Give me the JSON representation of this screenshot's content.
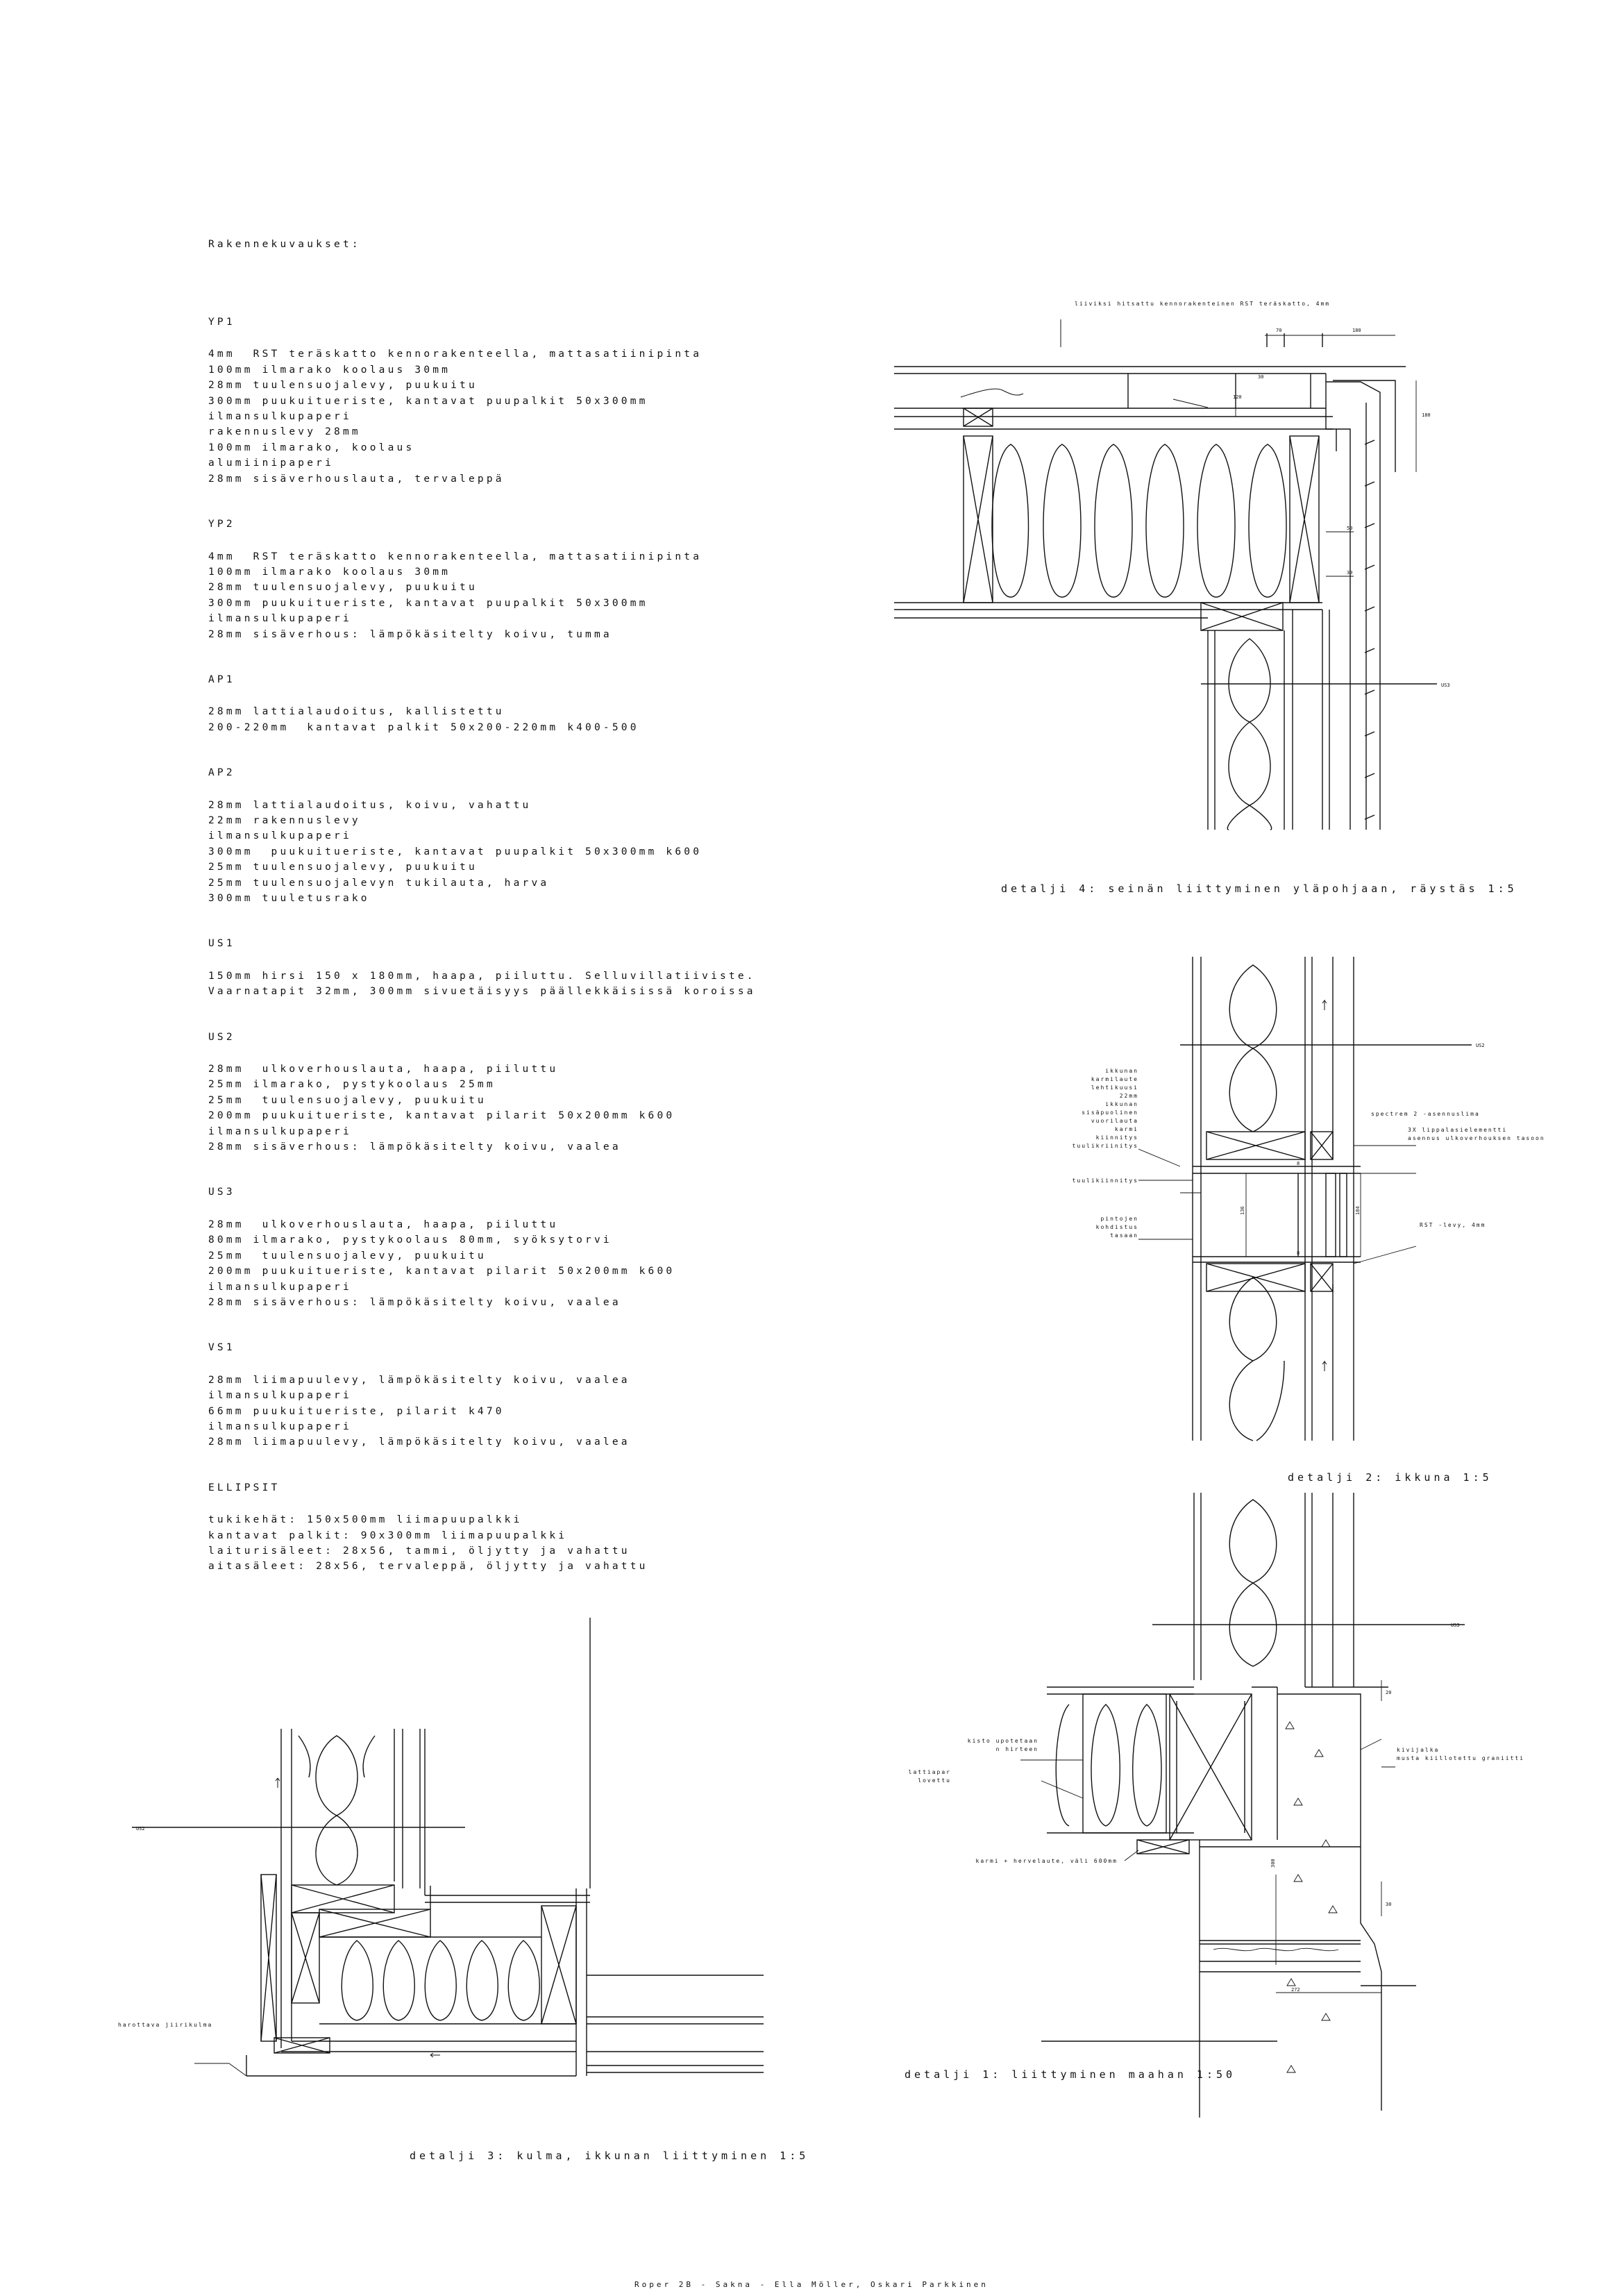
{
  "spec": {
    "heading": "Rakennekuvaukset:",
    "sections": [
      {
        "title": "YP1",
        "lines": [
          "4mm  RST teräskatto kennorakenteella, mattasatiinipinta",
          "100mm ilmarako koolaus 30mm",
          "28mm tuulensuojalevy, puukuitu",
          "300mm puukuitueriste, kantavat puupalkit 50x300mm",
          "ilmansulkupaperi",
          "rakennuslevy 28mm",
          "100mm ilmarako, koolaus",
          "alumiinipaperi",
          "28mm sisäverhouslauta, tervaleppä"
        ]
      },
      {
        "title": "YP2",
        "lines": [
          "4mm  RST teräskatto kennorakenteella, mattasatiinipinta",
          "100mm ilmarako koolaus 30mm",
          "28mm tuulensuojalevy, puukuitu",
          "300mm puukuitueriste, kantavat puupalkit 50x300mm",
          "ilmansulkupaperi",
          "28mm sisäverhous: lämpökäsitelty koivu, tumma"
        ]
      },
      {
        "title": "AP1",
        "lines": [
          "28mm lattialaudoitus, kallistettu",
          "200-220mm  kantavat palkit 50x200-220mm k400-500"
        ]
      },
      {
        "title": "AP2",
        "lines": [
          "28mm lattialaudoitus, koivu, vahattu",
          "22mm rakennuslevy",
          "ilmansulkupaperi",
          "300mm  puukuitueriste, kantavat puupalkit 50x300mm k600",
          "25mm tuulensuojalevy, puukuitu",
          "25mm tuulensuojalevyn tukilauta, harva",
          "300mm tuuletusrako"
        ]
      },
      {
        "title": "US1",
        "lines": [
          "150mm hirsi 150 x 180mm, haapa, piiluttu. Selluvillatiiviste.",
          "Vaarnatapit 32mm, 300mm sivuetäisyys päällekkäisissä koroissa"
        ]
      },
      {
        "title": "US2",
        "lines": [
          "28mm  ulkoverhouslauta, haapa, piiluttu",
          "25mm ilmarako, pystykoolaus 25mm",
          "25mm  tuulensuojalevy, puukuitu",
          "200mm puukuitueriste, kantavat pilarit 50x200mm k600",
          "ilmansulkupaperi",
          "28mm sisäverhous: lämpökäsitelty koivu, vaalea"
        ]
      },
      {
        "title": "US3",
        "lines": [
          "28mm  ulkoverhouslauta, haapa, piiluttu",
          "80mm ilmarako, pystykoolaus 80mm, syöksytorvi",
          "25mm  tuulensuojalevy, puukuitu",
          "200mm puukuitueriste, kantavat pilarit 50x200mm k600",
          "ilmansulkupaperi",
          "28mm sisäverhous: lämpökäsitelty koivu, vaalea"
        ]
      },
      {
        "title": "VS1",
        "lines": [
          "28mm liimapuulevy, lämpökäsitelty koivu, vaalea",
          "ilmansulkupaperi",
          "66mm puukuitueriste, pilarit k470",
          "ilmansulkupaperi",
          "28mm liimapuulevy, lämpökäsitelty koivu, vaalea"
        ]
      },
      {
        "title": "ELLIPSIT",
        "lines": [
          "tukikehät: 150x500mm liimapuupalkki",
          "kantavat palkit: 90x300mm liimapuupalkki",
          "laiturisäleet: 28x56, tammi, öljytty ja vahattu",
          "aitasäleet: 28x56, tervaleppä, öljytty ja vahattu"
        ]
      }
    ]
  },
  "details": {
    "d4": {
      "caption": "detalji 4: seinän liittyminen yläpohjaan, räystäs 1:5",
      "note_top": "liiviksi hitsattu kennorakenteinen RST teräskatto, 4mm",
      "tag": "US3",
      "dims": [
        "70",
        "180",
        "120",
        "180",
        "50",
        "30",
        "30"
      ]
    },
    "d2": {
      "caption": "detalji 2: ikkuna 1:5",
      "tag": "US2",
      "note_left": [
        "ikkunan",
        "karmilaute",
        "lehtikuusi",
        "22mm",
        "ikkunan",
        "sisäpuolinen",
        "vuorilauta",
        "karmi",
        "kiinnitys",
        "tuulikriinitys"
      ],
      "note_left_b": "tuulikiinnitys",
      "note_left_c": [
        "pintojen",
        "kohdistus",
        "tasaan"
      ],
      "note_r1": "spectrem 2 -asennuslima",
      "note_r2": [
        "3X lippalasielementti",
        "asennus ulkoverhouksen tasoon"
      ],
      "note_r3": "RST -levy, 4mm",
      "dims": [
        "136",
        "184",
        "8",
        "8"
      ]
    },
    "d1": {
      "caption": "detalji 1: liittyminen maahan 1:50",
      "tag": "US3",
      "note_l1": [
        "kisto upotetaan",
        "n hirteen"
      ],
      "note_l2": [
        "lattiapar",
        "lovettu"
      ],
      "note_l3": "karmi + hervelaute, väli 600mm",
      "note_r": [
        "kivijalka",
        "musta kiillotettu graniitti"
      ],
      "dims": [
        "300",
        "272",
        "20",
        "30"
      ]
    },
    "d3": {
      "caption": "detalji 3: kulma, ikkunan liittyminen 1:5",
      "tag": "US2",
      "note_left": "harottava jiirikulma"
    }
  },
  "footer": "Roper 2B - Sakna -  Ella Möller, Oskari Parkkinen"
}
